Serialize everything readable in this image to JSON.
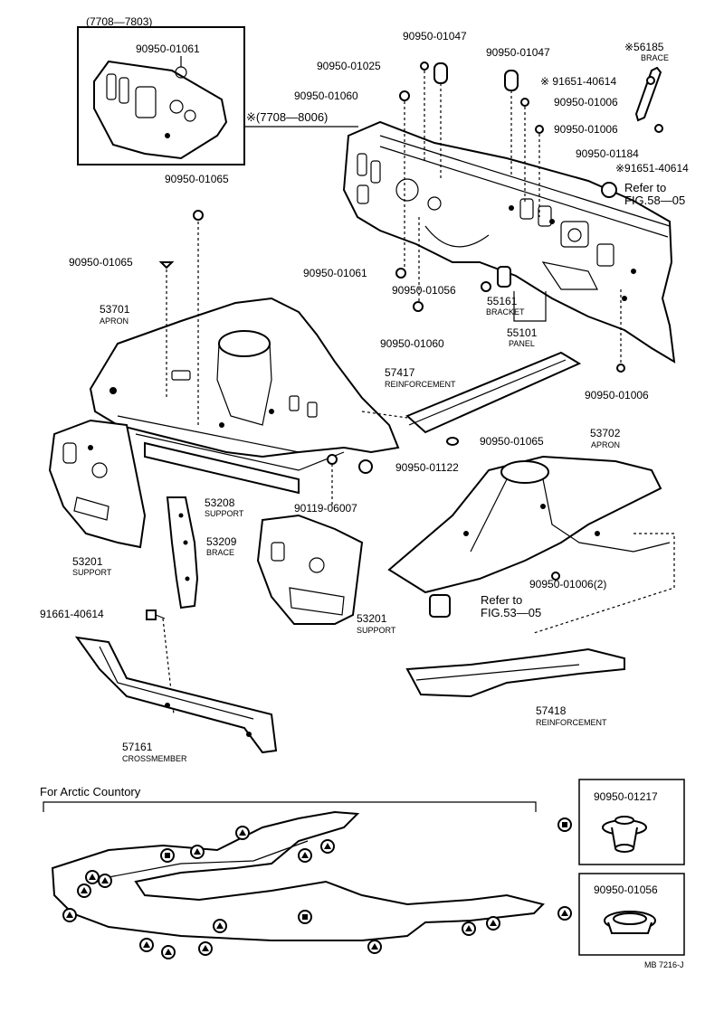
{
  "inset": {
    "range": "(7708—7803)",
    "part": "90950-01061"
  },
  "callout": "※(7708—8006)",
  "labels": {
    "p90950_01047_a": "90950-01047",
    "p90950_01047_b": "90950-01047",
    "p56185": "※56185",
    "p56185_name": "BRACE",
    "p90950_01025": "90950-01025",
    "p91651_40614_a": "※ 91651-40614",
    "p90950_01060_a": "90950-01060",
    "p90950_01006_a": "90950-01006",
    "p90950_01006_b": "90950-01006",
    "p90950_01184": "90950-01184",
    "p91651_40614_b": "※91651-40614",
    "refer_58_1": "Refer to",
    "refer_58_2": "FIG.58—05",
    "p90950_01065_a": "90950-01065",
    "p90950_01065_b": "90950-01065",
    "p90950_01061": "90950-01061",
    "p90950_01056": "90950-01056",
    "p55161": "55161",
    "p55161_name": "BRACKET",
    "p55101": "55101",
    "p55101_name": "PANEL",
    "p90950_01060_b": "90950-01060",
    "p53701": "53701",
    "p53701_name": "APRON",
    "p57417": "57417",
    "p57417_name": "REINFORCEMENT",
    "p90950_01006_c": "90950-01006",
    "p90950_01065_c": "90950-01065",
    "p90950_01122": "90950-01122",
    "p53702": "53702",
    "p53702_name": "APRON",
    "p53208": "53208",
    "p53208_name": "SUPPORT",
    "p90119_06007": "90119-06007",
    "p53201_a": "53201",
    "p53201_a_name": "SUPPORT",
    "p53209": "53209",
    "p53209_name": "BRACE",
    "p90950_01006_2": "90950-01006(2)",
    "p91661_40614": "91661-40614",
    "refer_53_1": "Refer to",
    "refer_53_2": "FIG.53—05",
    "p53201_b": "53201",
    "p53201_b_name": "SUPPORT",
    "p57418": "57418",
    "p57418_name": "REINFORCEMENT",
    "p57161": "57161",
    "p57161_name": "CROSSMEMBER"
  },
  "arctic": {
    "title": "For Arctic Countory",
    "legend_square_part": "90950-01217",
    "legend_triangle_part": "90950-01056"
  },
  "footer_code": "MB 7216-J"
}
